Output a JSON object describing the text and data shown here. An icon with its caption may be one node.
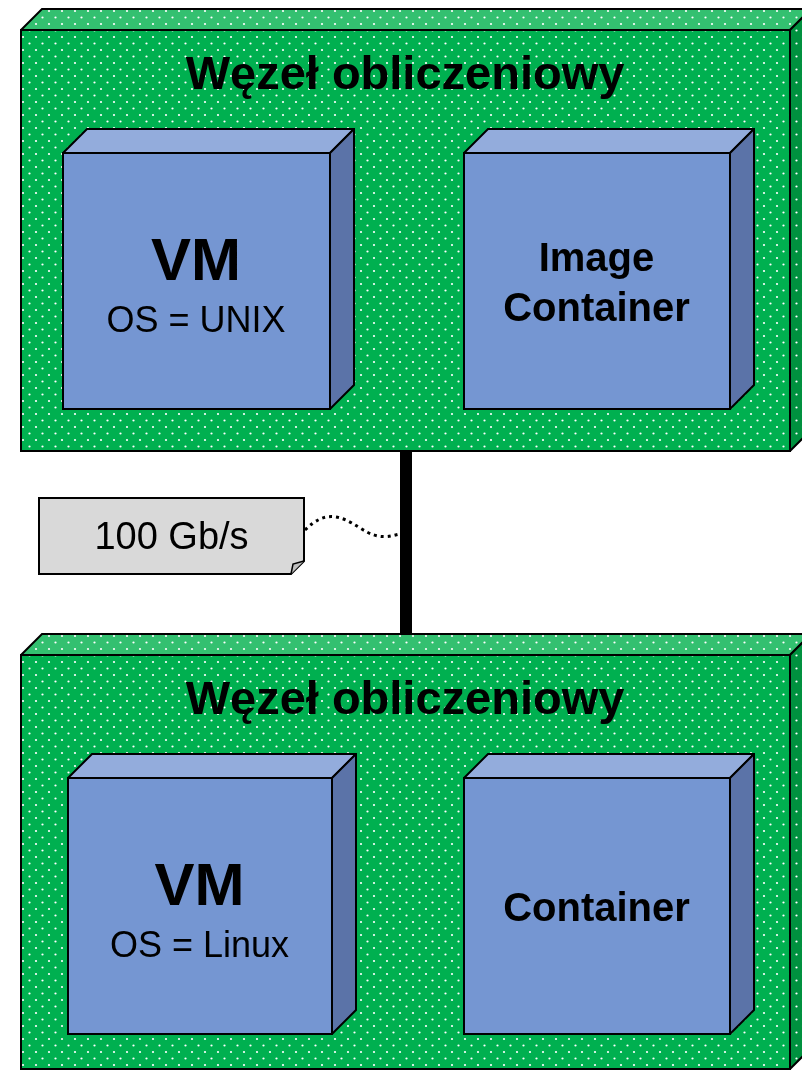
{
  "diagram": {
    "nodes": [
      {
        "text": [
          "Węzeł obliczeniowy"
        ]
      },
      {
        "text": [
          "VM",
          "OS = UNIX"
        ],
        "in": 0
      },
      {
        "text": [
          "Image Container"
        ],
        "in": 0
      },
      {
        "text": [
          "100 Gb/s"
        ]
      },
      {
        "text": [
          "Węzeł obliczeniowy"
        ]
      },
      {
        "text": [
          "VM",
          "OS = Linux"
        ],
        "in": 4
      },
      {
        "text": [
          "Container"
        ],
        "in": 4
      }
    ],
    "edges": [
      {
        "from": 0,
        "to": 4,
        "arrow": "none",
        "style": "thick"
      },
      {
        "from": 3,
        "to": null,
        "arrow": "none",
        "style": "dashed"
      }
    ]
  }
}
